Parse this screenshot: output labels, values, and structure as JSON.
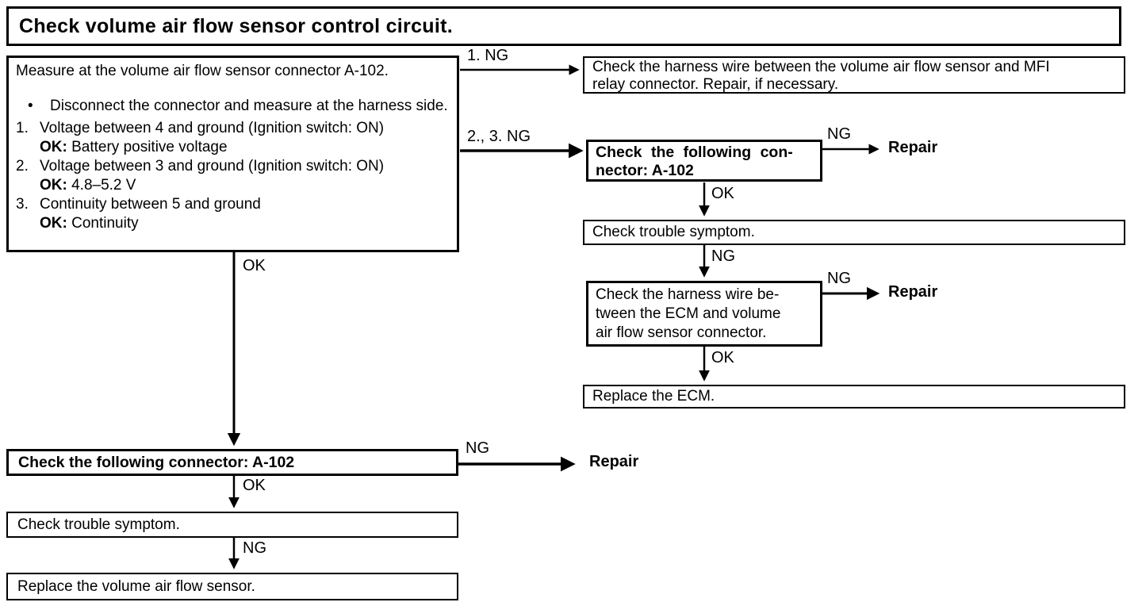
{
  "title": "Check volume air flow sensor control circuit.",
  "main_box": {
    "heading": "Measure at the volume air flow sensor connector A-102.",
    "bullet_marker": "•",
    "bullet": "Disconnect the connector and measure at the harness side.",
    "steps": [
      {
        "num": "1.",
        "text": "Voltage between 4 and ground (Ignition switch: ON)",
        "ok_label": "OK:",
        "ok_value": "Battery positive voltage"
      },
      {
        "num": "2.",
        "text": "Voltage between 3 and ground (Ignition switch: ON)",
        "ok_label": "OK:",
        "ok_value": "4.8–5.2 V"
      },
      {
        "num": "3.",
        "text": "Continuity between 5 and ground",
        "ok_label": "OK:",
        "ok_value": "Continuity"
      }
    ]
  },
  "boxes": {
    "harness_mfi": "Check the harness wire between the volume air flow sensor and MFI\nrelay connector. Repair, if necessary.",
    "connector_right": "Check the following con-\nnector: A-102",
    "trouble_right": "Check trouble symptom.",
    "ecm_harness": "Check the harness wire be-\ntween the ECM and volume\nair flow sensor connector.",
    "replace_ecm": "Replace the ECM.",
    "connector_left": "Check the following connector: A-102",
    "trouble_left": "Check trouble symptom.",
    "replace_sensor": "Replace the volume air flow sensor."
  },
  "labels": {
    "ng1": "1. NG",
    "ng23": "2., 3. NG",
    "ng": "NG",
    "ok": "OK",
    "repair": "Repair"
  }
}
